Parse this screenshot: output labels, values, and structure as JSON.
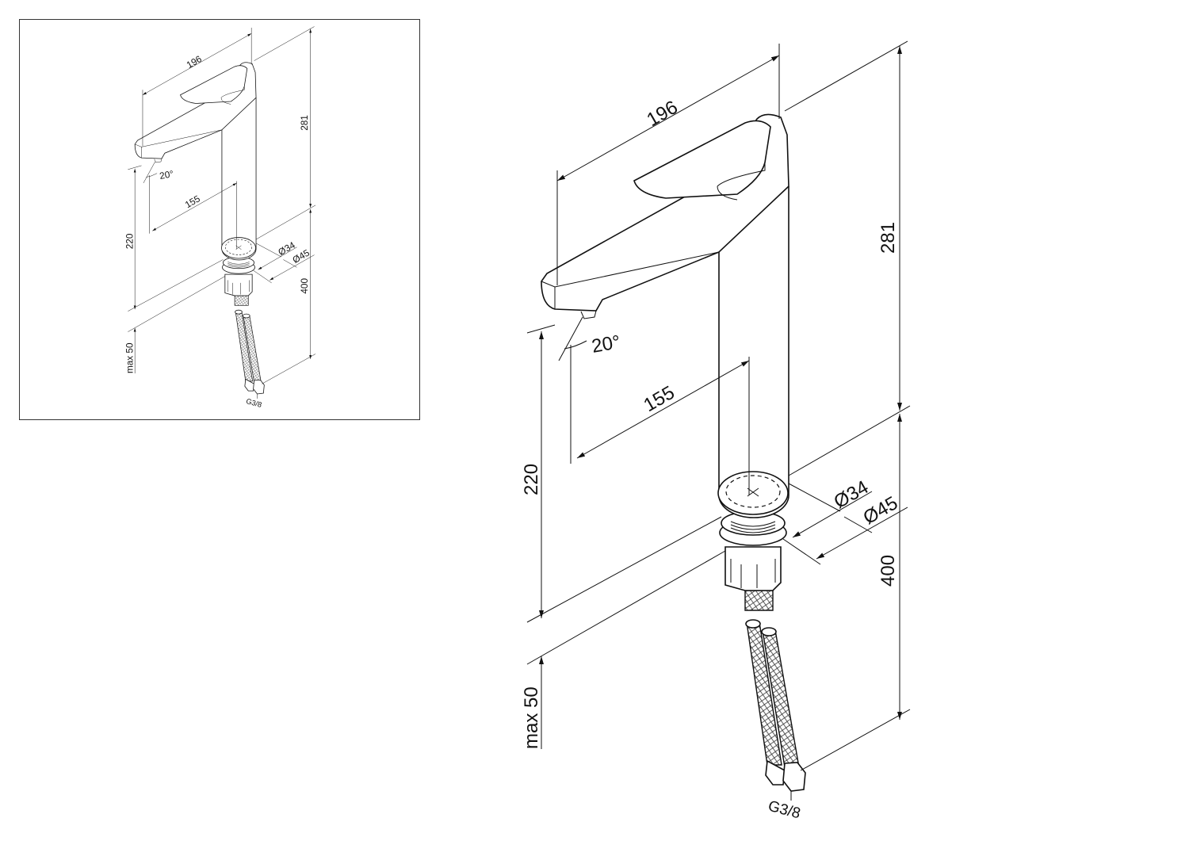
{
  "drawing": {
    "dimensions": {
      "spout_length": "196",
      "spout_reach": "155",
      "height_above_deck": "281",
      "spout_height": "220",
      "hose_length": "400",
      "max_deck_thickness": "max 50",
      "spout_angle": "20°",
      "body_diameter": "Ø34",
      "base_diameter": "Ø45",
      "hose_thread": "G3/8"
    }
  }
}
